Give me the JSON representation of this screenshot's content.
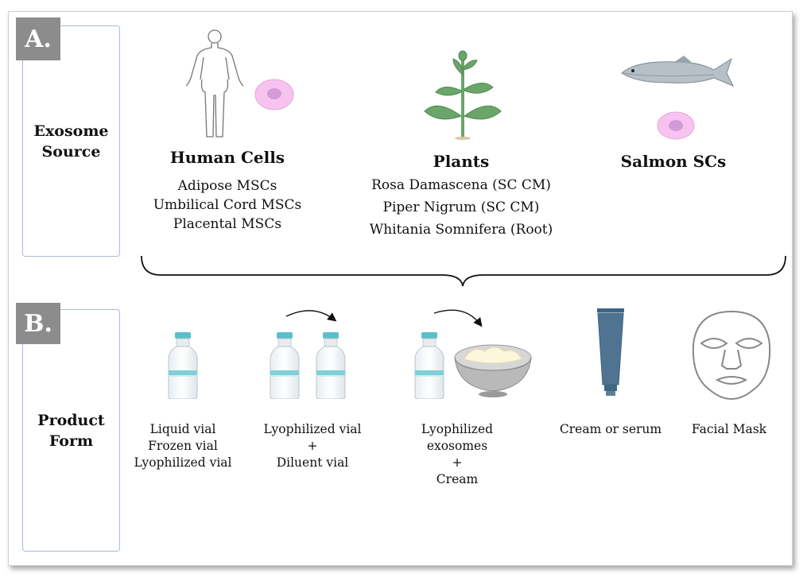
{
  "sectionA": {
    "tag": "A.",
    "side_label_line1": "Exosome",
    "side_label_line2": "Source",
    "sources": [
      {
        "title": "Human Cells",
        "items": [
          "Adipose MSCs",
          "Umbilical Cord MSCs",
          "Placental MSCs"
        ],
        "icon": "human-body-icon"
      },
      {
        "title": "Plants",
        "items": [
          "Rosa Damascena (SC CM)",
          "Piper Nigrum (SC CM)",
          "Whitania Somnifera (Root)"
        ],
        "icon": "plant-icon"
      },
      {
        "title": "Salmon SCs",
        "items": [],
        "icon": "salmon-icon"
      }
    ]
  },
  "sectionB": {
    "tag": "B.",
    "side_label_line1": "Product",
    "side_label_line2": "Form",
    "products": [
      {
        "lines": [
          "Liquid vial",
          "Frozen vial",
          "Lyophilized vial"
        ],
        "icon": "vial-icon"
      },
      {
        "lines": [
          "Lyophilized vial",
          "+",
          "Diluent vial"
        ],
        "icon": "two-vials-icon"
      },
      {
        "lines": [
          "Lyophilized",
          "exosomes",
          "+",
          "Cream"
        ],
        "icon": "vial-and-cream-bowl-icon"
      },
      {
        "lines": [
          "Cream or serum"
        ],
        "icon": "tube-icon"
      },
      {
        "lines": [
          "Facial Mask"
        ],
        "icon": "face-mask-icon"
      }
    ]
  },
  "colors": {
    "tag_bg": "#8c8c8c",
    "box_border": "#a9bcd6",
    "cell_fill": "#f7c4f0",
    "plant_green": "#6aa56a",
    "tube_blue": "#4f7390"
  }
}
